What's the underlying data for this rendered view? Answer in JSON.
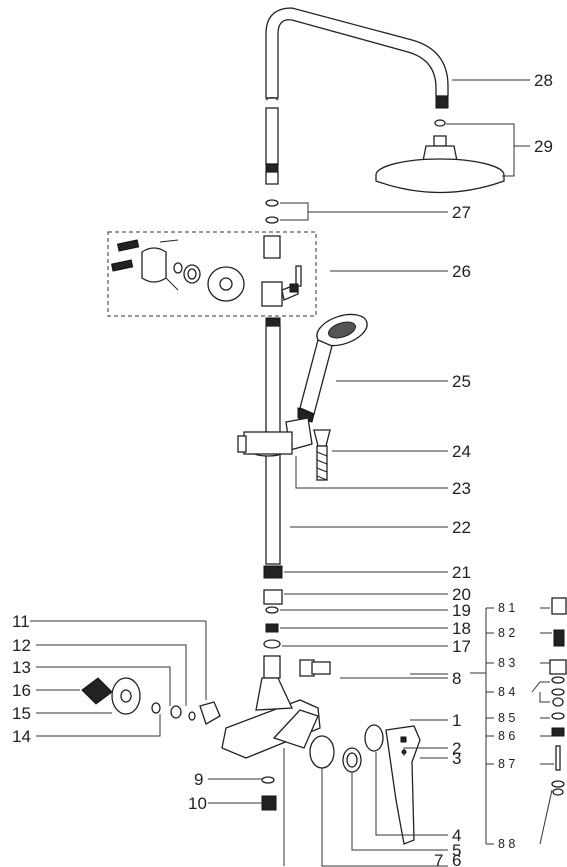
{
  "callouts": {
    "c1": "1",
    "c2": "2",
    "c3": "3",
    "c4": "4",
    "c5": "5",
    "c6": "6",
    "c7": "7",
    "c8": "8",
    "c9": "9",
    "c10": "10",
    "c11": "11",
    "c12": "12",
    "c13": "13",
    "c14": "14",
    "c15": "15",
    "c16": "16",
    "c17": "17",
    "c18": "18",
    "c19": "19",
    "c20": "20",
    "c21": "21",
    "c22": "22",
    "c23": "23",
    "c24": "24",
    "c25": "25",
    "c26": "26",
    "c27": "27",
    "c28": "28",
    "c29": "29"
  },
  "cartridge_callouts": {
    "c81": "8 1",
    "c82": "8 2",
    "c83": "8 3",
    "c84": "8 4",
    "c85": "8 5",
    "c86": "8 6",
    "c87": "8 7",
    "c88": "8 8"
  }
}
